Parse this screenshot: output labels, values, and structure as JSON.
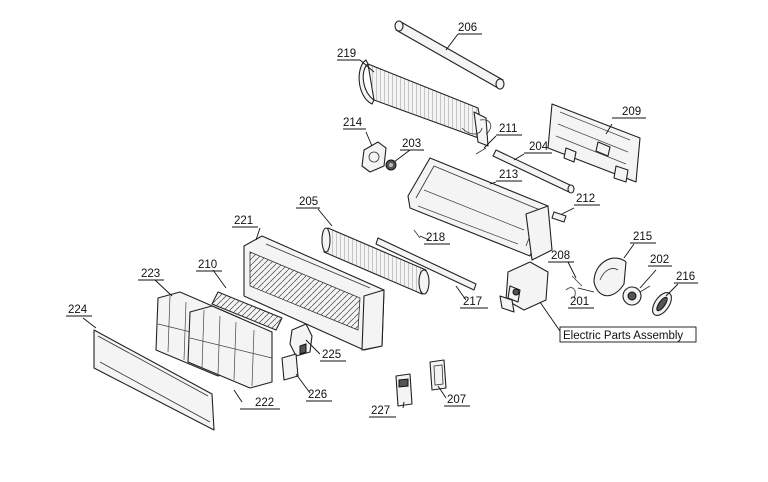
{
  "callouts": {
    "c201": "201",
    "c202": "202",
    "c203": "203",
    "c204": "204",
    "c205": "205",
    "c206": "206",
    "c207": "207",
    "c208": "208",
    "c209": "209",
    "c210": "210",
    "c211": "211",
    "c212": "212",
    "c213": "213",
    "c214": "214",
    "c215": "215",
    "c216": "216",
    "c217": "217",
    "c218": "218",
    "c219": "219",
    "c221": "221",
    "c222": "222",
    "c223": "223",
    "c224": "224",
    "c225": "225",
    "c226": "226",
    "c227": "227"
  },
  "assembly_label": "Electric Parts Assembly"
}
